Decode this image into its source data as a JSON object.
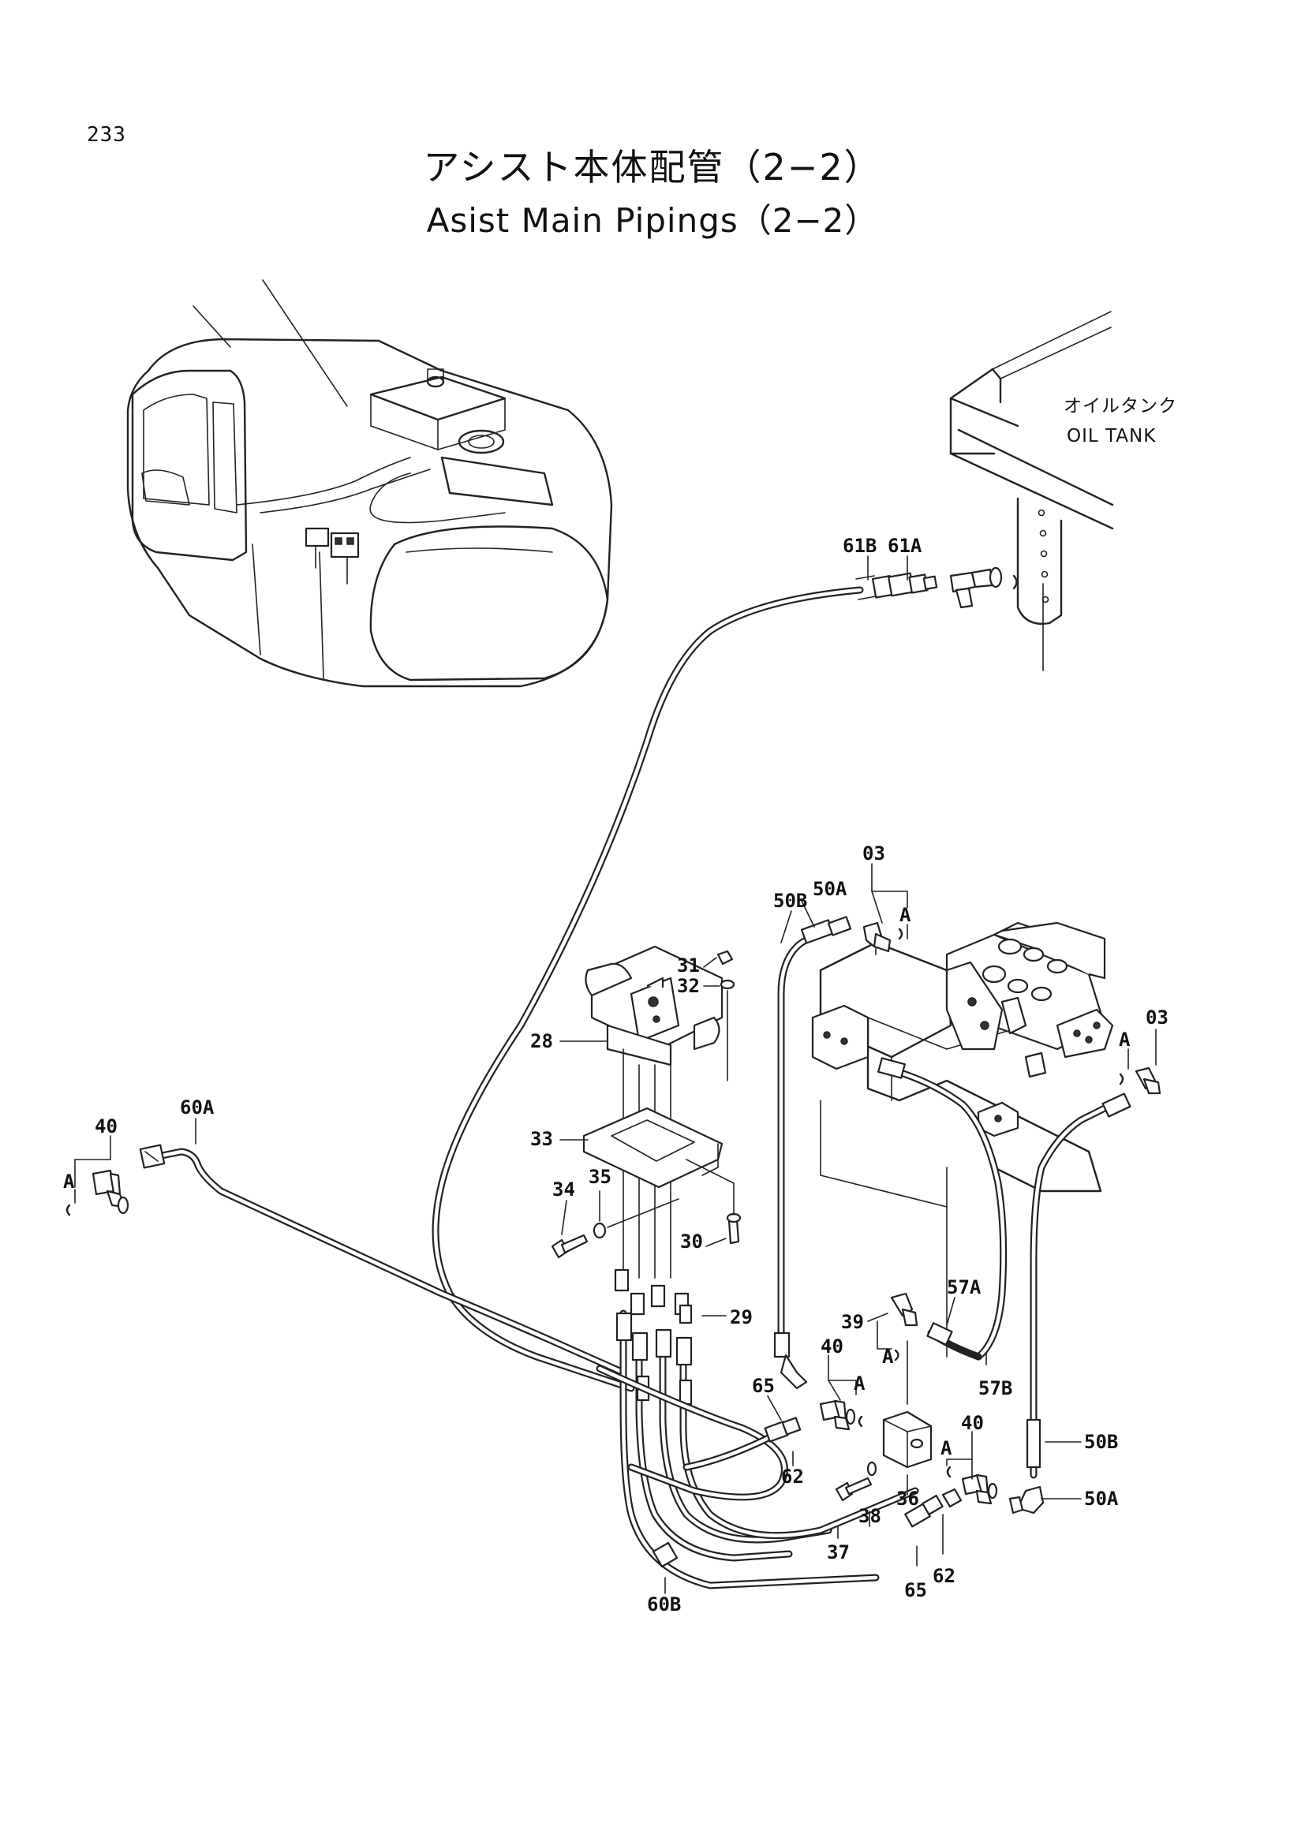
{
  "page_number": "233",
  "title_jp": "アシスト本体配管（2−2）",
  "title_en": "Asist Main Pipings（2−2）",
  "oil_tank": {
    "label_jp": "オイルタンク",
    "label_en": "OIL TANK"
  },
  "part_labels": {
    "p61B": "61B",
    "p61A": "61A",
    "p03a": "03",
    "pAa": "A",
    "p50B_top": "50B",
    "p50A_top": "50A",
    "p31": "31",
    "p32": "32",
    "p28": "28",
    "p03b": "03",
    "pAb": "A",
    "p40a": "40",
    "p60A": "60A",
    "pAc": "A",
    "p33": "33",
    "p34": "34",
    "p35": "35",
    "p30": "30",
    "p29": "29",
    "p57A": "57A",
    "p39": "39",
    "pAd": "A",
    "p40b": "40",
    "pAe": "A",
    "p57B": "57B",
    "p65a": "65",
    "p62a": "62",
    "p40c": "40",
    "pAf": "A",
    "p50B_bot": "50B",
    "p37": "37",
    "p38": "38",
    "p36": "36",
    "p50A_bot": "50A",
    "p60B": "60B",
    "p65b": "65",
    "p62b": "62"
  }
}
